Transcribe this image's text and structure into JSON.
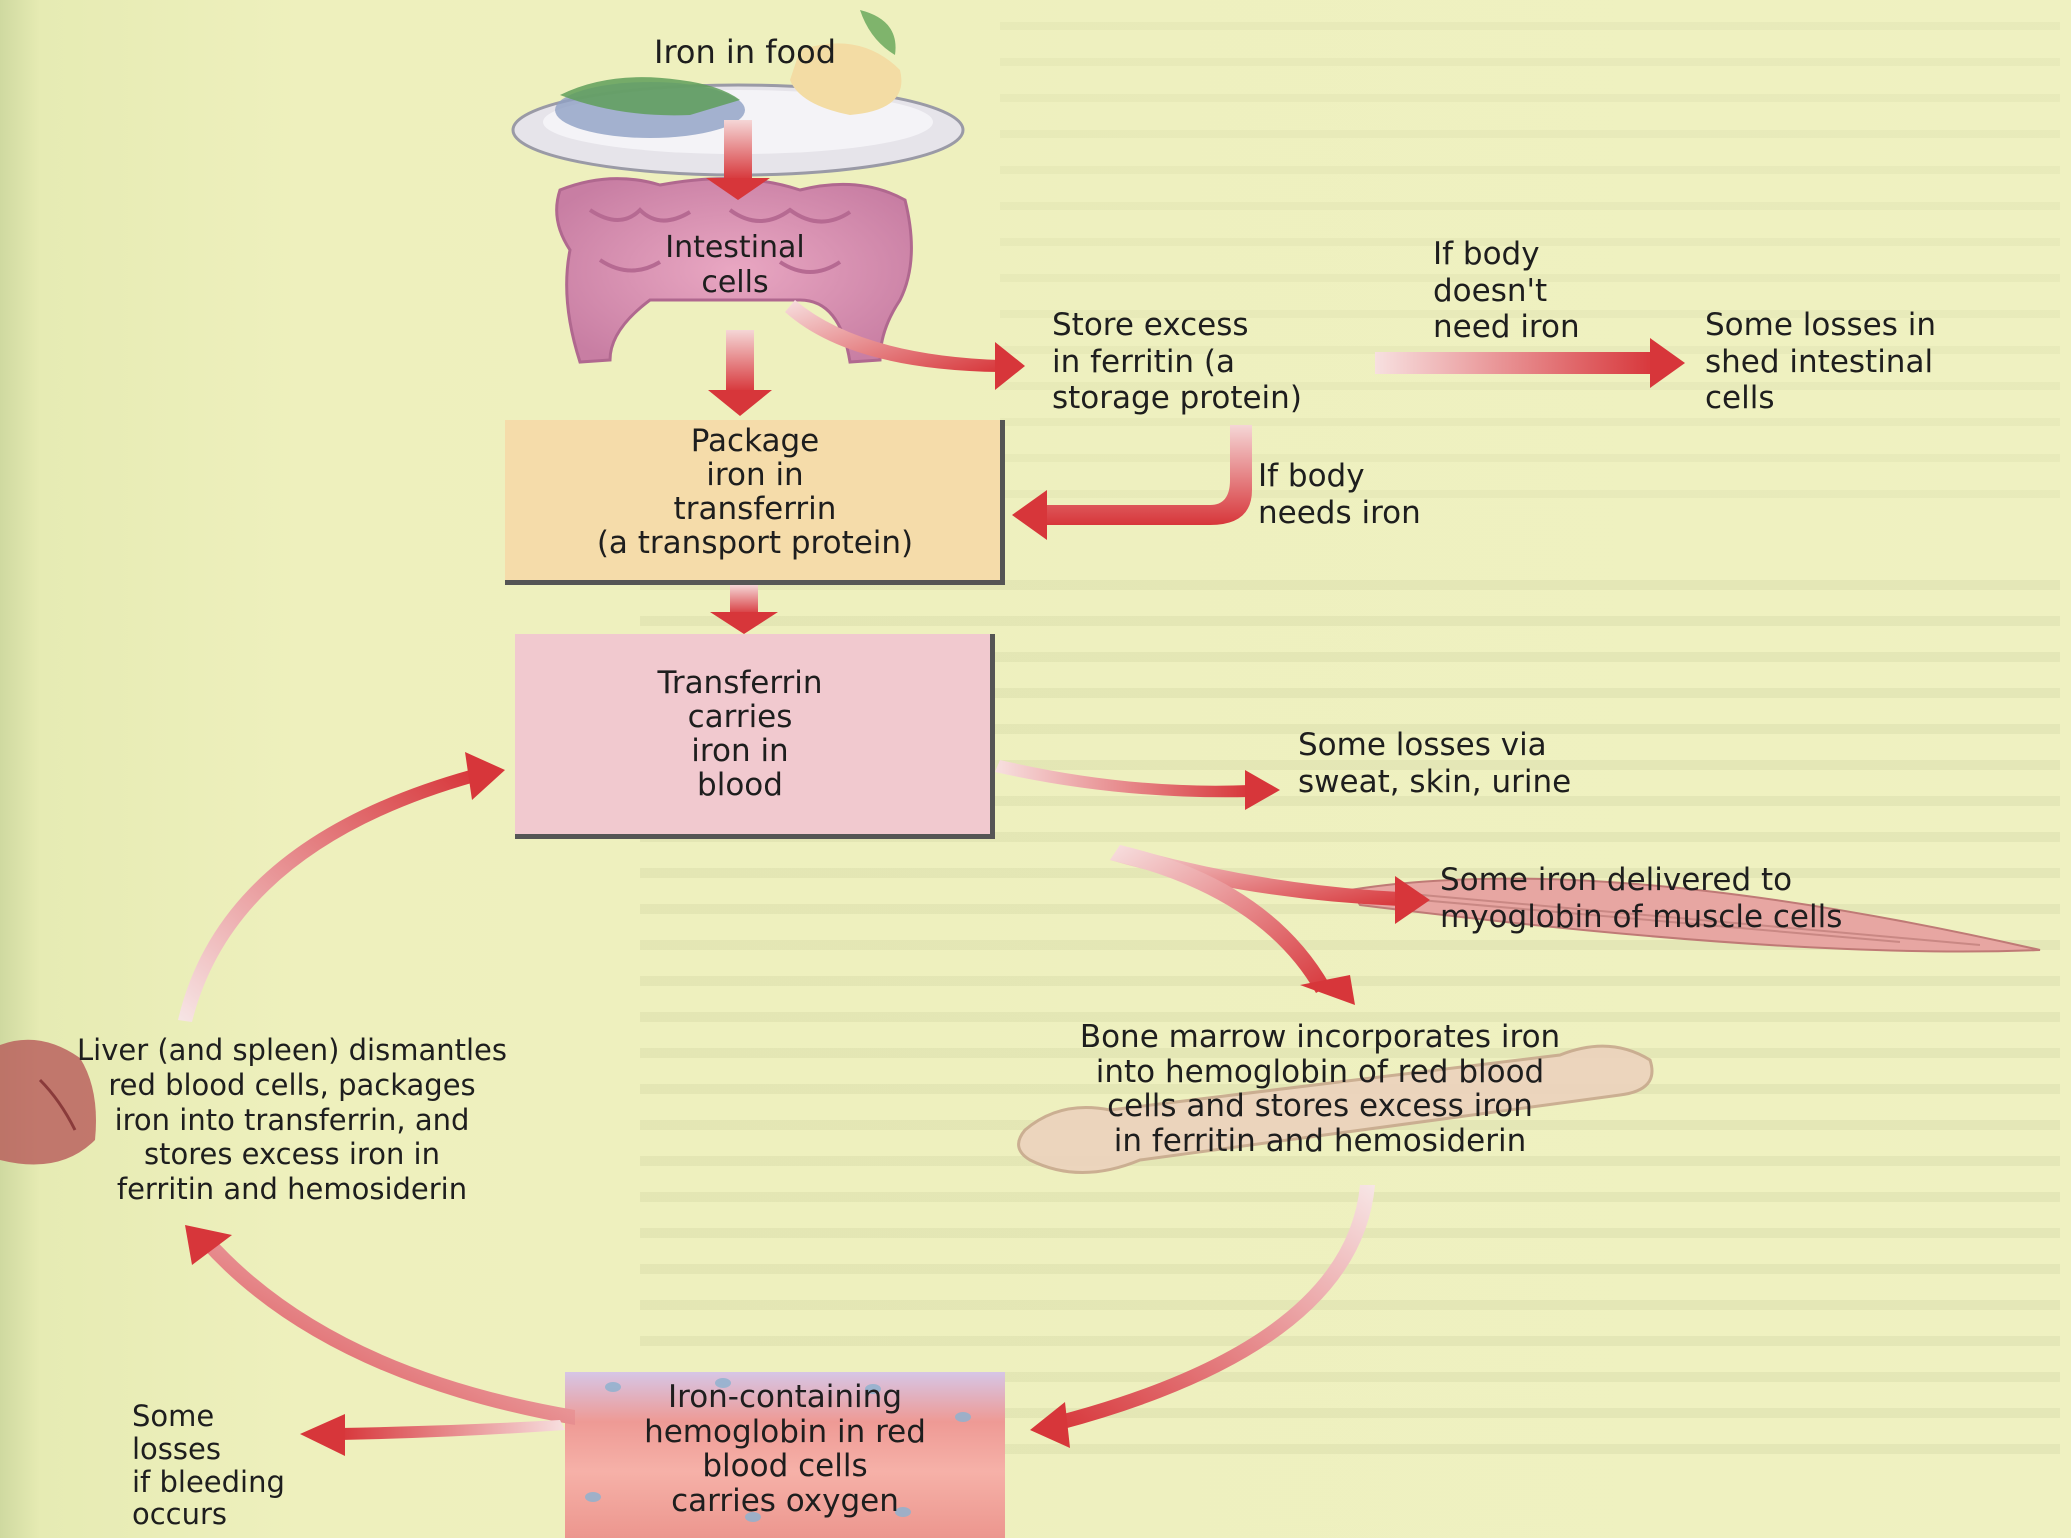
{
  "diagram": {
    "labels": {
      "iron_in_food": "Iron in food",
      "intestinal_cells": "Intestinal\ncells",
      "store_excess": "Store excess\nin ferritin (a\nstorage protein)",
      "if_body_doesnt_need": "If body\ndoesn't\nneed iron",
      "losses_shed_intestinal": "Some losses in\nshed intestinal\ncells",
      "if_body_needs": "If body\nneeds iron",
      "package_iron": "Package\niron in\ntransferrin\n(a transport protein)",
      "transferrin_carries": "Transferrin\ncarries\niron in\nblood",
      "losses_sweat": "Some losses via\nsweat, skin, urine",
      "myoglobin": "Some iron delivered to\nmyoglobin of muscle cells",
      "bone_marrow": "Bone marrow incorporates iron\ninto hemoglobin of red blood\ncells and stores excess iron\nin ferritin and hemosiderin",
      "liver": "Liver (and spleen) dismantles\nred blood cells, packages\niron into transferrin, and\nstores excess iron in\nferritin and hemosiderin",
      "hemoglobin_rbc": "Iron-containing\nhemoglobin in red\nblood cells\ncarries oxygen",
      "bleeding_losses": "Some\nlosses\nif bleeding\noccurs"
    },
    "colors": {
      "arrow_red": "#d9393c",
      "arrow_light": "#f7d9d9",
      "package_box": "#f5dcaa",
      "transferrin_box": "#f1c9cf",
      "page": "#eff1c1"
    },
    "icons": [
      "plate-of-food-icon",
      "intestine-icon",
      "muscle-cell-icon",
      "bone-icon",
      "liver-icon",
      "red-blood-cells-icon"
    ]
  }
}
